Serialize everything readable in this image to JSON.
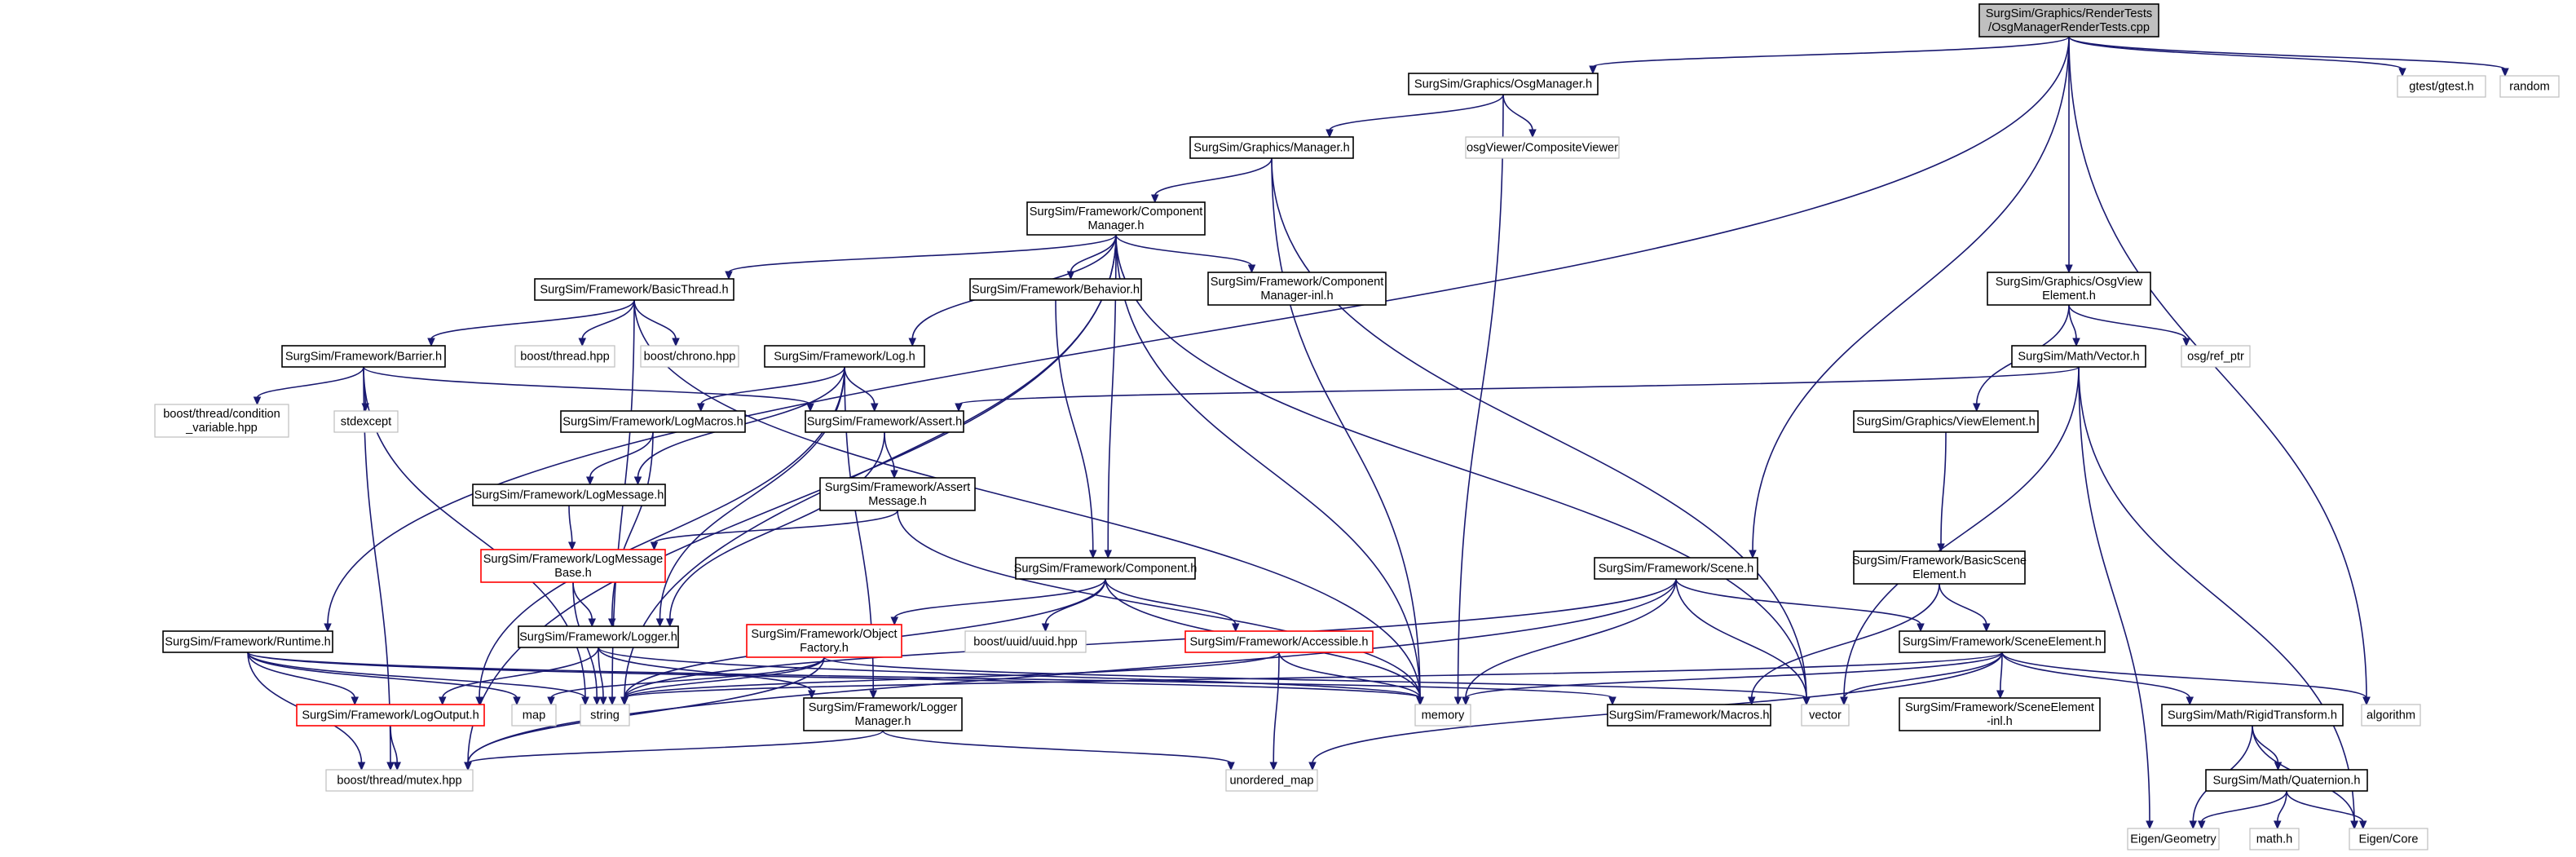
{
  "diagram": {
    "nodes": [
      {
        "id": "root",
        "lines": [
          "SurgSim/Graphics/RenderTests",
          "/OsgManagerRenderTests.cpp"
        ],
        "style": "root"
      },
      {
        "id": "osgmanager",
        "lines": [
          "SurgSim/Graphics/OsgManager.h"
        ],
        "style": "doc"
      },
      {
        "id": "gtest",
        "lines": [
          "gtest/gtest.h"
        ],
        "style": "ext"
      },
      {
        "id": "random",
        "lines": [
          "random"
        ],
        "style": "ext"
      },
      {
        "id": "manager",
        "lines": [
          "SurgSim/Graphics/Manager.h"
        ],
        "style": "doc"
      },
      {
        "id": "compviewer",
        "lines": [
          "osgViewer/CompositeViewer"
        ],
        "style": "ext"
      },
      {
        "id": "compmanager",
        "lines": [
          "SurgSim/Framework/Component",
          "Manager.h"
        ],
        "style": "doc"
      },
      {
        "id": "osgviewelement",
        "lines": [
          "SurgSim/Graphics/OsgView",
          "Element.h"
        ],
        "style": "doc"
      },
      {
        "id": "basicthread",
        "lines": [
          "SurgSim/Framework/BasicThread.h"
        ],
        "style": "doc"
      },
      {
        "id": "behavior",
        "lines": [
          "SurgSim/Framework/Behavior.h"
        ],
        "style": "doc"
      },
      {
        "id": "compmanagerinl",
        "lines": [
          "SurgSim/Framework/Component",
          "Manager-inl.h"
        ],
        "style": "doc"
      },
      {
        "id": "barrier",
        "lines": [
          "SurgSim/Framework/Barrier.h"
        ],
        "style": "doc"
      },
      {
        "id": "boostthread",
        "lines": [
          "boost/thread.hpp"
        ],
        "style": "ext"
      },
      {
        "id": "boostchrono",
        "lines": [
          "boost/chrono.hpp"
        ],
        "style": "ext"
      },
      {
        "id": "log",
        "lines": [
          "SurgSim/Framework/Log.h"
        ],
        "style": "doc"
      },
      {
        "id": "mathvector",
        "lines": [
          "SurgSim/Math/Vector.h"
        ],
        "style": "doc"
      },
      {
        "id": "osgrefptr",
        "lines": [
          "osg/ref_ptr"
        ],
        "style": "ext"
      },
      {
        "id": "condvar",
        "lines": [
          "boost/thread/condition",
          "_variable.hpp"
        ],
        "style": "ext"
      },
      {
        "id": "stdexcept",
        "lines": [
          "stdexcept"
        ],
        "style": "ext"
      },
      {
        "id": "assert",
        "lines": [
          "SurgSim/Framework/Assert.h"
        ],
        "style": "doc"
      },
      {
        "id": "logmacros",
        "lines": [
          "SurgSim/Framework/LogMacros.h"
        ],
        "style": "doc"
      },
      {
        "id": "viewelement",
        "lines": [
          "SurgSim/Graphics/ViewElement.h"
        ],
        "style": "doc"
      },
      {
        "id": "logmessage",
        "lines": [
          "SurgSim/Framework/LogMessage.h"
        ],
        "style": "doc"
      },
      {
        "id": "assertmessage",
        "lines": [
          "SurgSim/Framework/Assert",
          "Message.h"
        ],
        "style": "doc"
      },
      {
        "id": "logmessagebase",
        "lines": [
          "SurgSim/Framework/LogMessage",
          "Base.h"
        ],
        "style": "red"
      },
      {
        "id": "component",
        "lines": [
          "SurgSim/Framework/Component.h"
        ],
        "style": "doc"
      },
      {
        "id": "scene",
        "lines": [
          "SurgSim/Framework/Scene.h"
        ],
        "style": "doc"
      },
      {
        "id": "basicsceneelement",
        "lines": [
          "SurgSim/Framework/BasicScene",
          "Element.h"
        ],
        "style": "doc"
      },
      {
        "id": "runtime",
        "lines": [
          "SurgSim/Framework/Runtime.h"
        ],
        "style": "doc"
      },
      {
        "id": "logger",
        "lines": [
          "SurgSim/Framework/Logger.h"
        ],
        "style": "doc"
      },
      {
        "id": "objectfactory",
        "lines": [
          "SurgSim/Framework/Object",
          "Factory.h"
        ],
        "style": "red"
      },
      {
        "id": "uuid",
        "lines": [
          "boost/uuid/uuid.hpp"
        ],
        "style": "ext"
      },
      {
        "id": "accessible",
        "lines": [
          "SurgSim/Framework/Accessible.h"
        ],
        "style": "red"
      },
      {
        "id": "sceneelement",
        "lines": [
          "SurgSim/Framework/SceneElement.h"
        ],
        "style": "doc"
      },
      {
        "id": "logoutput",
        "lines": [
          "SurgSim/Framework/LogOutput.h"
        ],
        "style": "red"
      },
      {
        "id": "map",
        "lines": [
          "map"
        ],
        "style": "ext"
      },
      {
        "id": "string",
        "lines": [
          "string"
        ],
        "style": "ext"
      },
      {
        "id": "memory",
        "lines": [
          "memory"
        ],
        "style": "ext"
      },
      {
        "id": "macros",
        "lines": [
          "SurgSim/Framework/Macros.h"
        ],
        "style": "doc"
      },
      {
        "id": "vector",
        "lines": [
          "vector"
        ],
        "style": "ext"
      },
      {
        "id": "sceneelementinl",
        "lines": [
          "SurgSim/Framework/SceneElement",
          "-inl.h"
        ],
        "style": "doc"
      },
      {
        "id": "rigidtransform",
        "lines": [
          "SurgSim/Math/RigidTransform.h"
        ],
        "style": "doc"
      },
      {
        "id": "algorithm",
        "lines": [
          "algorithm"
        ],
        "style": "ext"
      },
      {
        "id": "loggermanager",
        "lines": [
          "SurgSim/Framework/Logger",
          "Manager.h"
        ],
        "style": "doc"
      },
      {
        "id": "mutex",
        "lines": [
          "boost/thread/mutex.hpp"
        ],
        "style": "ext"
      },
      {
        "id": "unorderedmap",
        "lines": [
          "unordered_map"
        ],
        "style": "ext"
      },
      {
        "id": "quaternion",
        "lines": [
          "SurgSim/Math/Quaternion.h"
        ],
        "style": "doc"
      },
      {
        "id": "eigengeometry",
        "lines": [
          "Eigen/Geometry"
        ],
        "style": "ext"
      },
      {
        "id": "mathh",
        "lines": [
          "math.h"
        ],
        "style": "ext"
      },
      {
        "id": "eigencore",
        "lines": [
          "Eigen/Core"
        ],
        "style": "ext"
      }
    ],
    "edges": [
      [
        "root",
        "osgmanager"
      ],
      [
        "root",
        "gtest"
      ],
      [
        "root",
        "random"
      ],
      [
        "root",
        "runtime"
      ],
      [
        "root",
        "scene"
      ],
      [
        "root",
        "osgviewelement"
      ],
      [
        "root",
        "algorithm"
      ],
      [
        "osgmanager",
        "manager"
      ],
      [
        "osgmanager",
        "compviewer"
      ],
      [
        "osgmanager",
        "memory"
      ],
      [
        "manager",
        "compmanager"
      ],
      [
        "manager",
        "memory"
      ],
      [
        "manager",
        "vector"
      ],
      [
        "compmanager",
        "basicthread"
      ],
      [
        "compmanager",
        "behavior"
      ],
      [
        "compmanager",
        "compmanagerinl"
      ],
      [
        "compmanager",
        "log"
      ],
      [
        "compmanager",
        "component"
      ],
      [
        "compmanager",
        "memory"
      ],
      [
        "compmanager",
        "vector"
      ],
      [
        "compmanager",
        "string"
      ],
      [
        "compmanager",
        "mutex"
      ],
      [
        "basicthread",
        "barrier"
      ],
      [
        "basicthread",
        "boostthread"
      ],
      [
        "basicthread",
        "boostchrono"
      ],
      [
        "basicthread",
        "memory"
      ],
      [
        "basicthread",
        "string"
      ],
      [
        "barrier",
        "condvar"
      ],
      [
        "barrier",
        "stdexcept"
      ],
      [
        "barrier",
        "assert"
      ],
      [
        "barrier",
        "mutex"
      ],
      [
        "barrier",
        "string"
      ],
      [
        "behavior",
        "component"
      ],
      [
        "log",
        "assert"
      ],
      [
        "log",
        "logmacros"
      ],
      [
        "log",
        "logmessage"
      ],
      [
        "log",
        "logger"
      ],
      [
        "log",
        "loggermanager"
      ],
      [
        "log",
        "logoutput"
      ],
      [
        "assert",
        "assertmessage"
      ],
      [
        "assert",
        "logger"
      ],
      [
        "assertmessage",
        "logmessagebase"
      ],
      [
        "assertmessage",
        "memory"
      ],
      [
        "logmacros",
        "logmessage"
      ],
      [
        "logmacros",
        "logger"
      ],
      [
        "logmessage",
        "logmessagebase"
      ],
      [
        "logmessagebase",
        "logger"
      ],
      [
        "logmessagebase",
        "string"
      ],
      [
        "logger",
        "logoutput"
      ],
      [
        "logger",
        "loggermanager"
      ],
      [
        "logger",
        "string"
      ],
      [
        "logger",
        "memory"
      ],
      [
        "loggermanager",
        "mutex"
      ],
      [
        "loggermanager",
        "unorderedmap"
      ],
      [
        "logoutput",
        "mutex"
      ],
      [
        "component",
        "objectfactory"
      ],
      [
        "component",
        "uuid"
      ],
      [
        "component",
        "accessible"
      ],
      [
        "component",
        "memory"
      ],
      [
        "component",
        "string"
      ],
      [
        "objectfactory",
        "mutex"
      ],
      [
        "objectfactory",
        "map"
      ],
      [
        "objectfactory",
        "string"
      ],
      [
        "objectfactory",
        "vector"
      ],
      [
        "accessible",
        "unorderedmap"
      ],
      [
        "accessible",
        "memory"
      ],
      [
        "accessible",
        "string"
      ],
      [
        "runtime",
        "logoutput"
      ],
      [
        "runtime",
        "map"
      ],
      [
        "runtime",
        "string"
      ],
      [
        "runtime",
        "memory"
      ],
      [
        "runtime",
        "mutex"
      ],
      [
        "runtime",
        "macros"
      ],
      [
        "scene",
        "sceneelement"
      ],
      [
        "scene",
        "memory"
      ],
      [
        "scene",
        "vector"
      ],
      [
        "scene",
        "mutex"
      ],
      [
        "scene",
        "string"
      ],
      [
        "osgviewelement",
        "mathvector"
      ],
      [
        "osgviewelement",
        "osgrefptr"
      ],
      [
        "osgviewelement",
        "viewelement"
      ],
      [
        "mathvector",
        "assert"
      ],
      [
        "mathvector",
        "vector"
      ],
      [
        "mathvector",
        "eigengeometry"
      ],
      [
        "mathvector",
        "eigencore"
      ],
      [
        "viewelement",
        "basicsceneelement"
      ],
      [
        "basicsceneelement",
        "sceneelement"
      ],
      [
        "basicsceneelement",
        "macros"
      ],
      [
        "sceneelement",
        "sceneelementinl"
      ],
      [
        "sceneelement",
        "rigidtransform"
      ],
      [
        "sceneelement",
        "algorithm"
      ],
      [
        "sceneelement",
        "vector"
      ],
      [
        "sceneelement",
        "memory"
      ],
      [
        "sceneelement",
        "string"
      ],
      [
        "sceneelement",
        "unorderedmap"
      ],
      [
        "rigidtransform",
        "quaternion"
      ],
      [
        "rigidtransform",
        "eigengeometry"
      ],
      [
        "rigidtransform",
        "eigencore"
      ],
      [
        "quaternion",
        "eigengeometry"
      ],
      [
        "quaternion",
        "mathh"
      ],
      [
        "quaternion",
        "eigencore"
      ]
    ]
  },
  "colors": {
    "edge": "#191970",
    "doc_border": "#000000",
    "ext_border": "#bfbfbf",
    "red_border": "#ff0000",
    "root_fill": "#bfbfbf"
  }
}
